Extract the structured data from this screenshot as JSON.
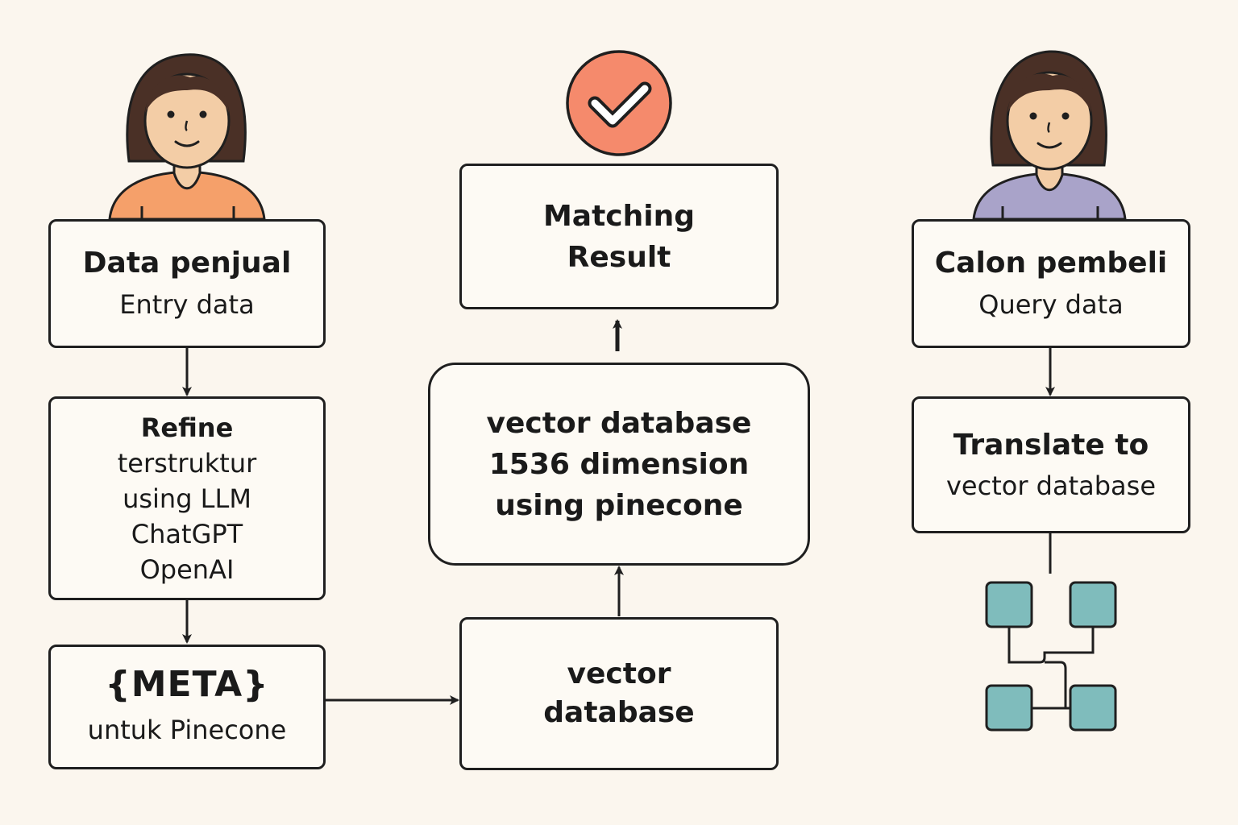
{
  "seller": {
    "title": "Data penjual",
    "subtitle": "Entry data"
  },
  "refine": {
    "lines": [
      "Refine",
      "terstruktur",
      "using LLM",
      "ChatGPT",
      "OpenAI"
    ]
  },
  "meta": {
    "title": "{META}",
    "subtitle": "untuk Pinecone"
  },
  "vector_db_small": {
    "lines": [
      "vector",
      "database"
    ]
  },
  "vector_db_main": {
    "lines": [
      "vector database",
      "1536 dimension",
      "using pinecone"
    ]
  },
  "matching": {
    "lines": [
      "Matching",
      "Result"
    ]
  },
  "buyer": {
    "title": "Calon pembeli",
    "subtitle": "Query data"
  },
  "translate": {
    "lines": [
      "Translate to",
      "vector database"
    ]
  },
  "colors": {
    "seller_shirt": "#f5a06a",
    "buyer_shirt": "#a9a3c9",
    "check_circle": "#f58a6c",
    "node_fill": "#7fbcbc",
    "hair": "#4a3026",
    "skin": "#f3cda6"
  },
  "icons": [
    "seller-avatar-icon",
    "buyer-avatar-icon",
    "check-icon",
    "vector-nodes-icon"
  ]
}
